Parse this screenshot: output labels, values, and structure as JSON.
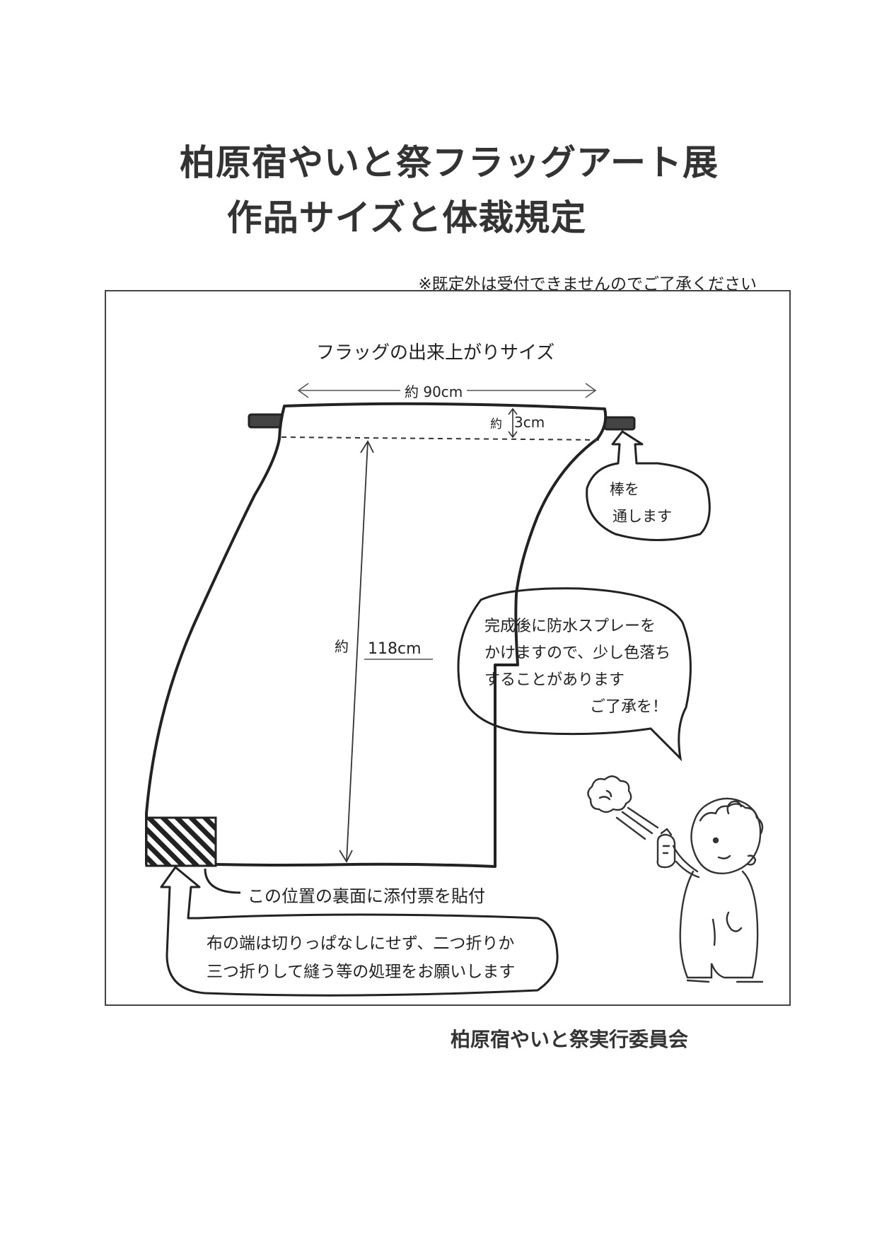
{
  "title": {
    "line1": "柏原宿やいと祭フラッグアート展",
    "line2": "作品サイズと体裁規定"
  },
  "notice": "※既定外は受付できませんのでご了承ください",
  "diagram": {
    "caption": "フラッグの出来上がりサイズ",
    "width_label": "約 90cm",
    "sleeve_approx": "約",
    "sleeve_label": "3cm",
    "height_approx": "約",
    "height_label": "118cm",
    "rod_note_line1": "棒を",
    "rod_note_line2": "通します",
    "waterproof_line1": "完成後に防水スプレーを",
    "waterproof_line2": "かけますので、少し色落ち",
    "waterproof_line3": "することがあります",
    "waterproof_line4": "ご了承を！",
    "tag_note": "この位置の裏面に添付票を貼付",
    "edge_note_line1": "布の端は切りっぱなしにせず、二つ折りか",
    "edge_note_line2": "三つ折りして縫う等の処理をお願いします"
  },
  "organizer": "柏原宿やいと祭実行委員会"
}
